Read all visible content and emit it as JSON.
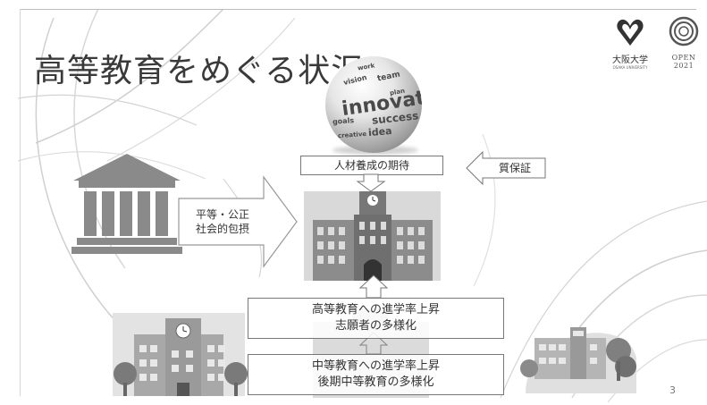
{
  "slide": {
    "title": "高等教育をめぐる状況",
    "page_number": "3"
  },
  "logos": {
    "osaka_university": {
      "name": "大阪大学",
      "sub": "OSAKA UNIVERSITY"
    },
    "open2021": {
      "name": "OPEN 2021"
    }
  },
  "sphere": {
    "words": [
      "innovation",
      "success",
      "team",
      "idea",
      "vision",
      "goals",
      "work",
      "creative",
      "plan"
    ]
  },
  "expectation": {
    "label": "人材養成の期待"
  },
  "quality": {
    "label": "質保証"
  },
  "equity_arrow": {
    "line1": "平等・公正",
    "line2": "社会的包摂"
  },
  "higher_ed_box": {
    "line1": "高等教育への進学率上昇",
    "line2": "志願者の多様化"
  },
  "secondary_box": {
    "line1": "中等教育への進学率上昇",
    "line2": "後期中等教育の多様化"
  },
  "colors": {
    "text": "#333333",
    "line": "#777777",
    "building": "#8f8f8f"
  }
}
